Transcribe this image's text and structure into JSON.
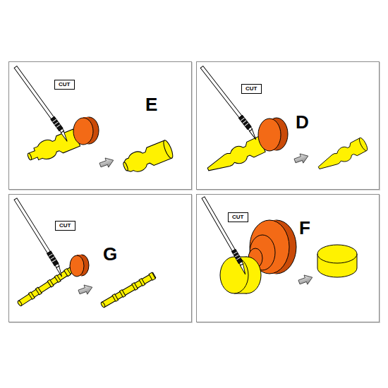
{
  "diagram": {
    "nodes": [
      {
        "text": [
          "E"
        ]
      },
      {
        "text": [
          "CUT"
        ],
        "in": 0
      },
      {
        "text": [
          "D"
        ]
      },
      {
        "text": [
          "CUT"
        ],
        "in": 2
      },
      {
        "text": [
          "G"
        ]
      },
      {
        "text": [
          "CUT"
        ],
        "in": 4
      },
      {
        "text": [
          "F"
        ]
      },
      {
        "text": [
          "CUT"
        ],
        "in": 6
      }
    ]
  }
}
